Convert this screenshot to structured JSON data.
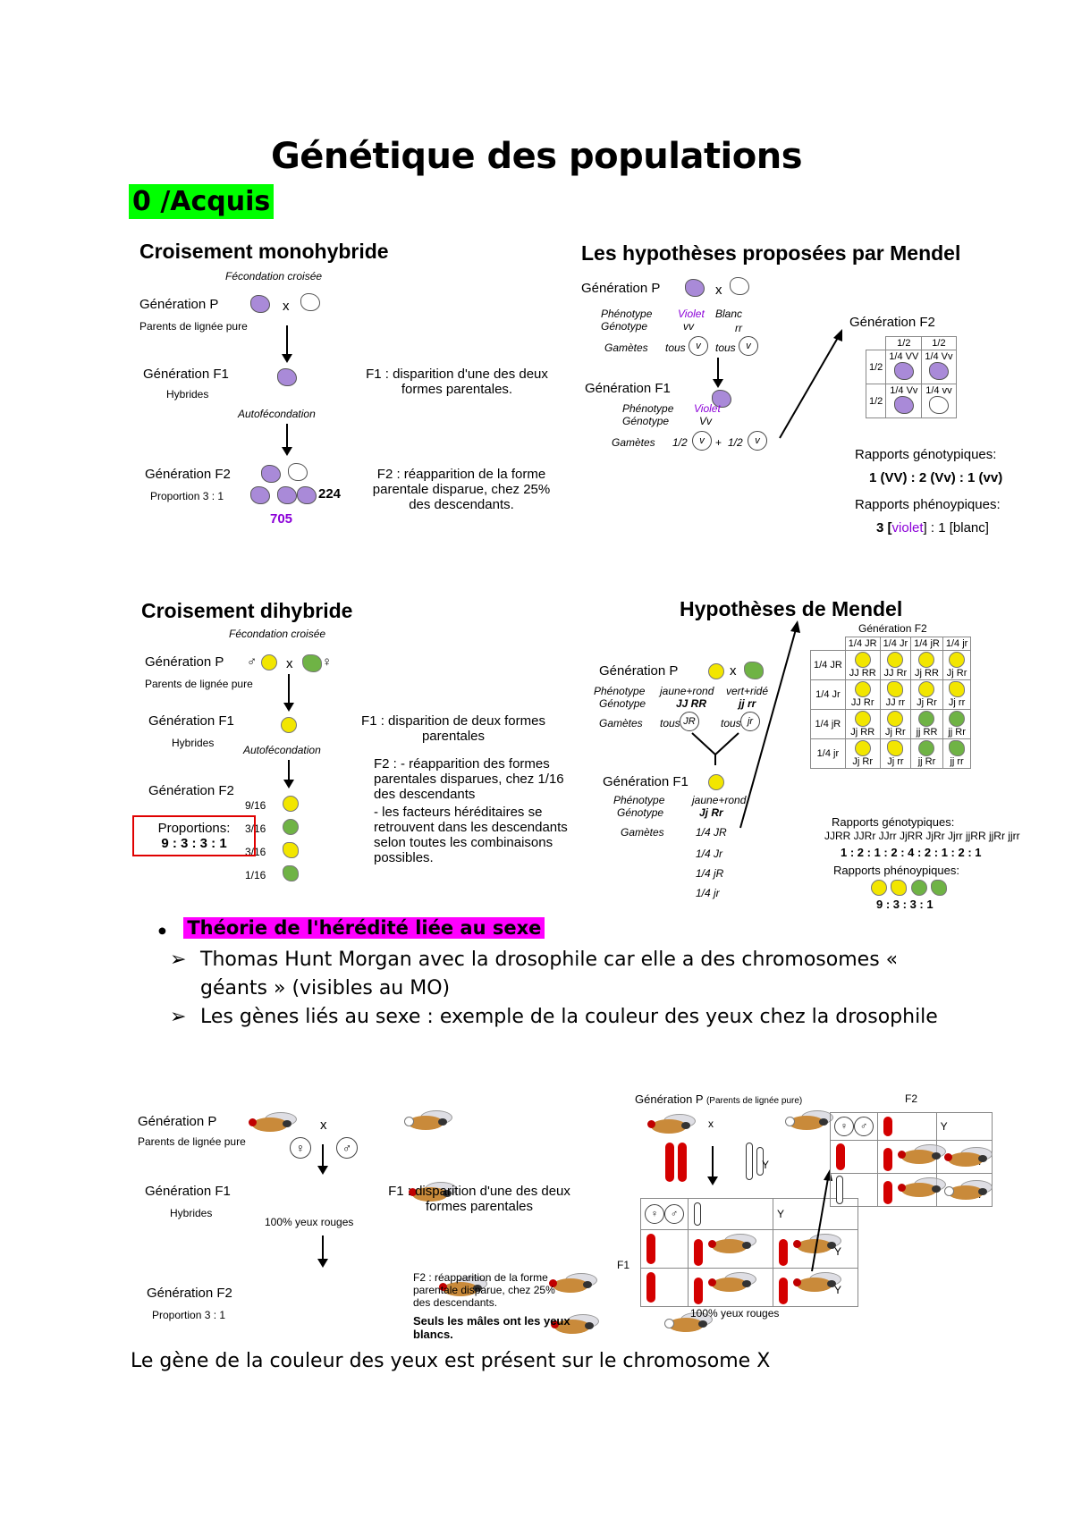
{
  "title": "Génétique des populations",
  "section_label": "0 /Acquis",
  "mono": {
    "title": "Croisement monohybride",
    "subtitle": "Fécondation croisée",
    "gen_p": "Génération P",
    "cross": "x",
    "parents": "Parents de lignée pure",
    "gen_f1": "Génération F1",
    "hybrides": "Hybrides",
    "autofec": "Autofécondation",
    "gen_f2": "Génération F2",
    "proportion": "Proportion 3 : 1",
    "count_white": "224",
    "count_violet": "705",
    "f1_note": "F1 : disparition d'une des deux formes parentales.",
    "f2_note": "F2 : réapparition de la forme parentale disparue, chez 25% des descendants."
  },
  "mendel1": {
    "title": "Les hypothèses proposées par Mendel",
    "gen_p": "Génération P",
    "cross": "x",
    "phenotype": "Phénotype",
    "genotype": "Génotype",
    "violet": "Violet",
    "blanc": "Blanc",
    "vv": "vv",
    "rr": "rr",
    "gametes": "Gamètes",
    "tous": "tous",
    "gamete_v": "v",
    "gen_f1": "Génération F1",
    "f1_pheno": "Violet",
    "f1_geno": "Vv",
    "half": "1/2",
    "plus": "+",
    "gen_f2": "Génération F2",
    "grid": [
      [
        "1/2",
        "1/2"
      ],
      [
        "1/2",
        "1/4 VV",
        "1/4 Vv"
      ],
      [
        "1/2",
        "1/4 Vv",
        "1/4 vv"
      ]
    ],
    "geno_ratio_title": "Rapports génotypiques:",
    "geno_ratio": "1 (VV) : 2 (Vv) : 1 (vv)",
    "pheno_ratio_title": "Rapports phénoypiques:",
    "pheno_ratio_prefix": "3 [",
    "pheno_ratio_violet": "violet",
    "pheno_ratio_suffix": "] : 1 [blanc]"
  },
  "di": {
    "title": "Croisement dihybride",
    "subtitle": "Fécondation croisée",
    "gen_p": "Génération P",
    "cross": "x",
    "male": "♂",
    "female": "♀",
    "parents": "Parents de lignée pure",
    "gen_f1": "Génération F1",
    "hybrides": "Hybrides",
    "autofec": "Autofécondation",
    "gen_f2": "Génération F2",
    "fractions": [
      "9/16",
      "3/16",
      "3/16",
      "1/16"
    ],
    "proportions_label": "Proportions:",
    "proportions": "9 : 3 : 3 : 1",
    "f1_note": "F1 : disparition de deux formes parentales",
    "f2_note1": "F2 :    - réapparition des formes parentales disparues, chez 1/16 des descendants",
    "f2_note2": "- les facteurs héréditaires se retrouvent dans les descendants selon toutes les combinaisons possibles."
  },
  "mendel2": {
    "title": "Hypothèses de Mendel",
    "gen_p": "Génération P",
    "cross": "x",
    "phenotype": "Phénotype",
    "genotype": "Génotype",
    "gametes": "Gamètes",
    "p1_pheno": "jaune+rond",
    "p1_geno": "JJ RR",
    "p2_pheno": "vert+ridé",
    "p2_geno": "jj rr",
    "tous": "tous",
    "gam_JR": "JR",
    "gam_jr": "jr",
    "gen_f1": "Génération F1",
    "f1_pheno": "jaune+rond",
    "f1_geno": "Jj Rr",
    "f1_gametes": [
      "1/4 JR",
      "1/4 Jr",
      "1/4 jR",
      "1/4 jr"
    ],
    "gen_f2": "Génération F2",
    "col_headers": [
      "1/4 JR",
      "1/4 Jr",
      "1/4 jR",
      "1/4 jr"
    ],
    "row_headers": [
      "1/4 JR",
      "1/4 Jr",
      "1/4 jR",
      "1/4 jr"
    ],
    "cells": [
      [
        "JJ RR",
        "JJ Rr",
        "Jj RR",
        "Jj Rr"
      ],
      [
        "JJ Rr",
        "JJ rr",
        "Jj Rr",
        "Jj rr"
      ],
      [
        "Jj RR",
        "Jj Rr",
        "jj RR",
        "jj Rr"
      ],
      [
        "Jj Rr",
        "Jj rr",
        "jj Rr",
        "jj rr"
      ]
    ],
    "geno_title": "Rapports génotypiques:",
    "geno_list": "JJRR JJRr JJrr JjRR JjRr Jjrr jjRR jjRr jjrr",
    "geno_ratio": "1 : 2 : 1 : 2 : 4 : 2 : 1 : 2 : 1",
    "pheno_title": "Rapports phénoypiques:",
    "pheno_ratio": "9 : 3 : 3 : 1"
  },
  "heredity": {
    "heading": "Théorie de l'hérédité liée au sexe",
    "bullet1": "Thomas Hunt Morgan avec la drosophile car elle a des chromosomes « géants » (visibles au MO)",
    "bullet2": " Les gènes liés au sexe : exemple de la couleur des yeux chez la drosophile"
  },
  "fly1": {
    "gen_p": "Génération P",
    "parents": "Parents de lignée pure",
    "cross": "x",
    "female": "♀",
    "male": "♂",
    "gen_f1": "Génération F1",
    "hybrides": "Hybrides",
    "f1_caption": "100% yeux rouges",
    "f1_note": "F1 : disparition d'une des deux formes parentales",
    "gen_f2": "Génération F2",
    "proportion": "Proportion 3 : 1",
    "f2_note": "F2 : réapparition de la forme parentale disparue, chez 25% des descendants.",
    "f2_bold": "Seuls les mâles ont les yeux blancs."
  },
  "fly2": {
    "gen_p": "Génération P",
    "gen_p_sub": "(Parents de lignée pure)",
    "cross": "x",
    "y": "Y",
    "f1": "F1",
    "f2": "F2",
    "female": "♀",
    "male": "♂",
    "caption": "100% yeux rouges"
  },
  "conclusion": "Le gène de la couleur des yeux est présent sur le chromosome X",
  "colors": {
    "highlight_green": "#00ff00",
    "highlight_magenta": "#ff00ff",
    "purple": "#8b00d8",
    "red": "#e00000"
  }
}
